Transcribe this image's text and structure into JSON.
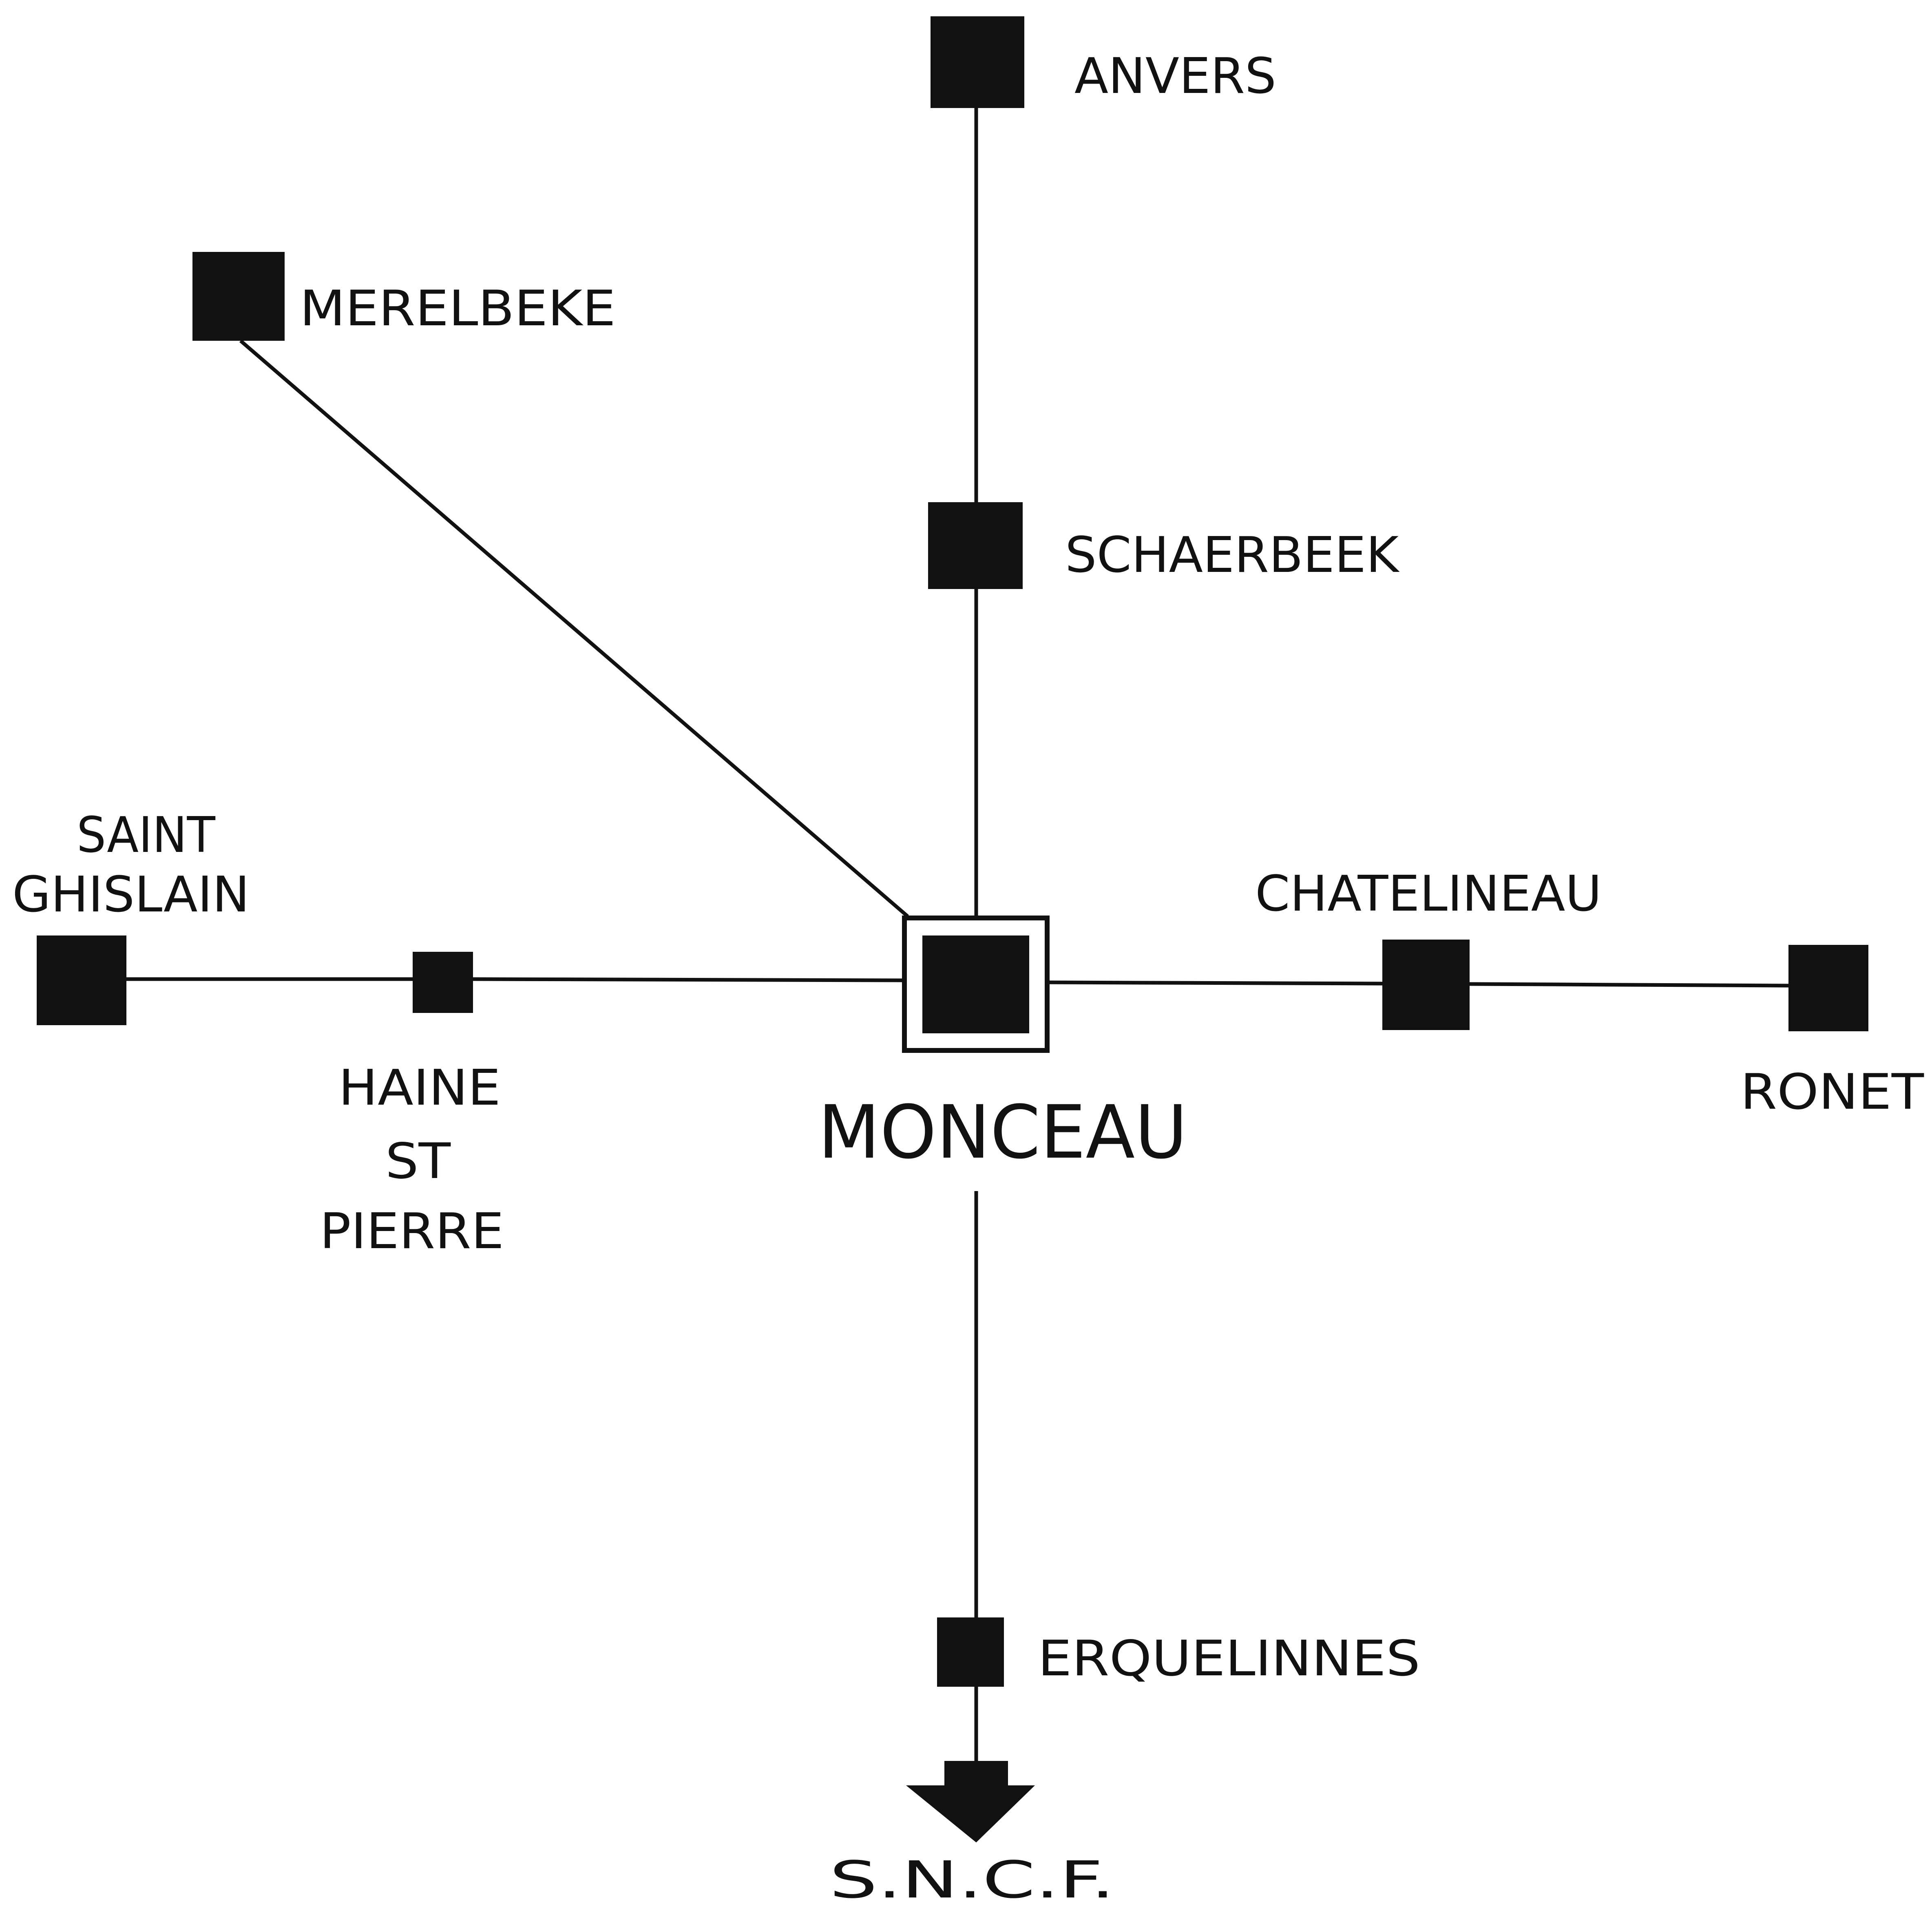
{
  "diagram": {
    "stations": {
      "anvers": "ANVERS",
      "merelbeke": "MERELBEKE",
      "schaerbeek": "SCHAERBEEK",
      "saint_ghislain_line1": "SAINT",
      "saint_ghislain_line2": "GHISLAIN",
      "haine_line1": "HAINE",
      "haine_line2": "ST",
      "haine_line3": "PIERRE",
      "monceau": "MONCEAU",
      "chatelineau": "CHATELINEAU",
      "ronet": "RONET",
      "erquelinnes": "ERQUELINNES",
      "sncf": "S.N.C.F."
    },
    "colors": {
      "ink": "#111111",
      "background": "#ffffff"
    }
  }
}
